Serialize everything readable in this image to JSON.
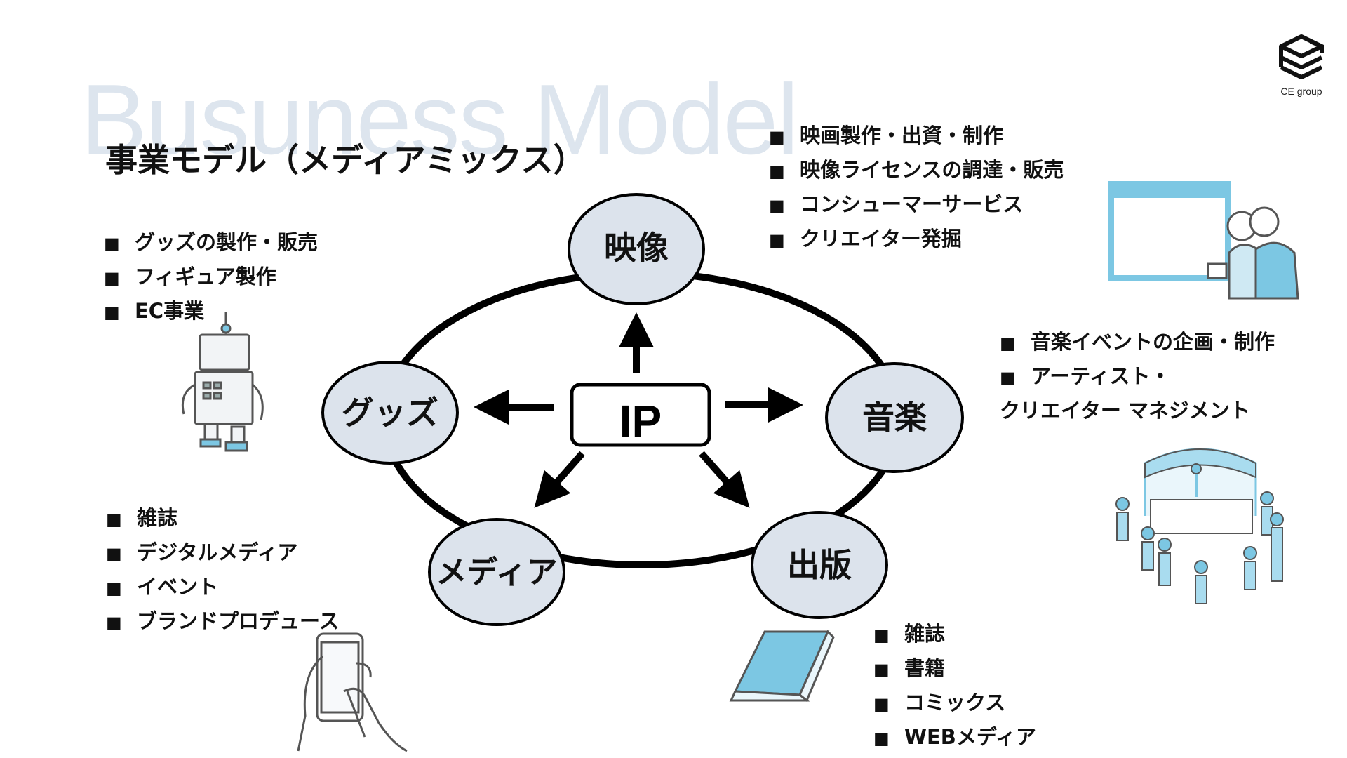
{
  "header": {
    "bg_title": "Busuness Model",
    "title": "事業モデル（メディアミックス）"
  },
  "logo": {
    "text": "CE group"
  },
  "diagram": {
    "center": "IP",
    "nodes": {
      "eizo": "映像",
      "ongaku": "音楽",
      "shuppan": "出版",
      "media": "メディア",
      "goods": "グッズ"
    }
  },
  "lists": {
    "eizo": [
      "映画製作・出資・制作",
      "映像ライセンスの調達・販売",
      "コンシューマーサービス",
      "クリエイター発掘"
    ],
    "goods": [
      "グッズの製作・販売",
      "フィギュア製作",
      "EC事業"
    ],
    "ongaku_line1": "音楽イベントの企画・制作",
    "ongaku_line2": "アーティスト・",
    "ongaku_line3": "クリエイター マネジメント",
    "media": [
      "雑誌",
      "デジタルメディア",
      "イベント",
      "ブランドプロデュース"
    ],
    "shuppan": [
      "雑誌",
      "書籍",
      "コミックス",
      "WEBメディア"
    ]
  },
  "colors": {
    "node_fill": "#dce3ec",
    "illustration_blue": "#7cc7e3",
    "bg_title": "#dde5ee"
  },
  "icons": [
    "ce-group-logo-icon",
    "robot-illustration",
    "theater-illustration",
    "concert-illustration",
    "book-illustration",
    "smartphone-hand-illustration"
  ]
}
